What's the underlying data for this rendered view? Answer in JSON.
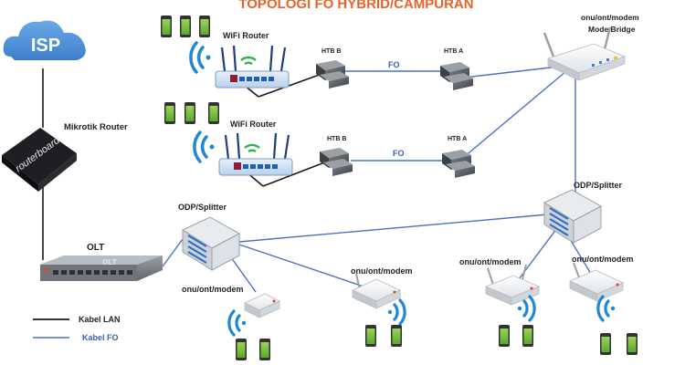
{
  "title": "TOPOLOGI FO HYBRID/CAMPURAN",
  "colors": {
    "title": "#e8632a",
    "lan": "#1a1a1a",
    "fo": "#4a72c4",
    "fo_text": "#3a5fb0",
    "cloud": "#4b8fd6",
    "wifi": "#1e88d6",
    "phone_screen": "#7cc242"
  },
  "labels": {
    "isp": "ISP",
    "mikrotik": "Mikrotik Router",
    "olt": "OLT",
    "wifi_router_1": "WiFi Router",
    "wifi_router_2": "WiFi Router",
    "htb_b_1": "HTB B",
    "htb_a_1": "HTB A",
    "htb_b_2": "HTB B",
    "htb_a_2": "HTB A",
    "fo_1": "FO",
    "fo_2": "FO",
    "onu_bridge_line1": "onu/ont/modem",
    "onu_bridge_line2": "Mode Bridge",
    "odp_left": "ODP/Splitter",
    "odp_right": "ODP/Splitter",
    "onu_1": "onu/ont/modem",
    "onu_2": "onu/ont/modem",
    "onu_3": "onu/ont/modem",
    "onu_4": "onu/ont/modem",
    "device_mikrotik_text": "routerboard",
    "device_olt_text": "OLT"
  },
  "legend": {
    "lan": "Kabel LAN",
    "fo": "Kabel FO"
  },
  "icons": {
    "cloud": "cloud-icon",
    "router": "mikrotik-router-icon",
    "olt": "olt-device-icon",
    "wifi_router": "wifi-router-icon",
    "media_converter": "media-converter-icon",
    "onu": "onu-modem-icon",
    "splitter": "odp-splitter-icon",
    "phone": "smartphone-icon",
    "wifi": "wifi-signal-icon"
  }
}
